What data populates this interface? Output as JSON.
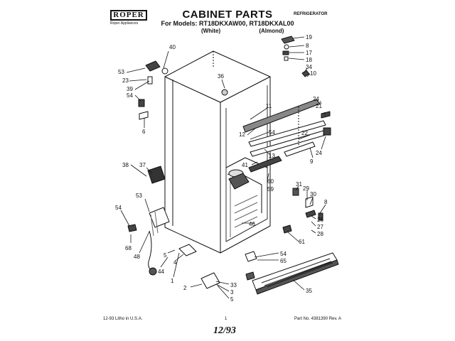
{
  "header": {
    "brand": "ROPER",
    "brand_sub": "Roper Appliances",
    "title": "CABINET PARTS",
    "models_line": "For Models: RT18DKXAW00, RT18DKXAL00",
    "variant_white": "(White)",
    "variant_almond": "(Almond)",
    "category": "REFRIGERATOR"
  },
  "footer": {
    "left": "12-93 Litho in U.S.A.",
    "center": "1",
    "right": "Part No. 4381390 Rev. A",
    "handwritten": "12/93"
  },
  "callouts": [
    {
      "id": "40",
      "text": "40"
    },
    {
      "id": "53a",
      "text": "53"
    },
    {
      "id": "23",
      "text": "23"
    },
    {
      "id": "39",
      "text": "39"
    },
    {
      "id": "54a",
      "text": "54"
    },
    {
      "id": "6",
      "text": "6"
    },
    {
      "id": "36",
      "text": "36"
    },
    {
      "id": "11",
      "text": "11"
    },
    {
      "id": "12",
      "text": "12"
    },
    {
      "id": "54b",
      "text": "54"
    },
    {
      "id": "13",
      "text": "13"
    },
    {
      "id": "41",
      "text": "41"
    },
    {
      "id": "60",
      "text": "60"
    },
    {
      "id": "59",
      "text": "59"
    },
    {
      "id": "19",
      "text": "19"
    },
    {
      "id": "8a",
      "text": "8"
    },
    {
      "id": "17",
      "text": "17"
    },
    {
      "id": "18",
      "text": "18"
    },
    {
      "id": "34",
      "text": "34"
    },
    {
      "id": "10",
      "text": "10"
    },
    {
      "id": "24a",
      "text": "24"
    },
    {
      "id": "21",
      "text": "21"
    },
    {
      "id": "22",
      "text": "22"
    },
    {
      "id": "24b",
      "text": "24"
    },
    {
      "id": "9",
      "text": "9"
    },
    {
      "id": "38",
      "text": "38"
    },
    {
      "id": "37",
      "text": "37"
    },
    {
      "id": "53b",
      "text": "53"
    },
    {
      "id": "54c",
      "text": "54"
    },
    {
      "id": "68",
      "text": "68"
    },
    {
      "id": "48",
      "text": "48"
    },
    {
      "id": "44",
      "text": "44"
    },
    {
      "id": "5a",
      "text": "5"
    },
    {
      "id": "4",
      "text": "4"
    },
    {
      "id": "1",
      "text": "1"
    },
    {
      "id": "46",
      "text": "46"
    },
    {
      "id": "31",
      "text": "31"
    },
    {
      "id": "29",
      "text": "29"
    },
    {
      "id": "30",
      "text": "30"
    },
    {
      "id": "8b",
      "text": "8"
    },
    {
      "id": "26",
      "text": "26"
    },
    {
      "id": "27",
      "text": "27"
    },
    {
      "id": "28",
      "text": "28"
    },
    {
      "id": "61",
      "text": "61"
    },
    {
      "id": "54d",
      "text": "54"
    },
    {
      "id": "65",
      "text": "65"
    },
    {
      "id": "2",
      "text": "2"
    },
    {
      "id": "33",
      "text": "33"
    },
    {
      "id": "3",
      "text": "3"
    },
    {
      "id": "5b",
      "text": "5"
    },
    {
      "id": "35",
      "text": "35"
    }
  ]
}
